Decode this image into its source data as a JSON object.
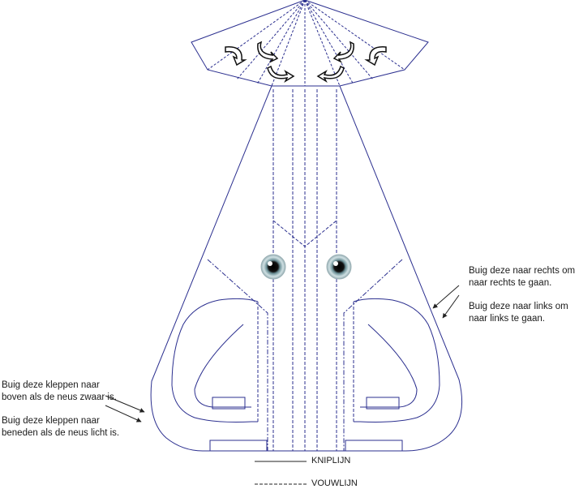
{
  "notes": {
    "right_1": [
      "Buig deze naar rechts om",
      "naar rechts te gaan."
    ],
    "right_2": [
      "Buig deze naar links om",
      "naar links te gaan."
    ],
    "left_1": [
      "Buig deze kleppen naar",
      "boven als de neus zwaar is."
    ],
    "left_2": [
      "Buig deze kleppen naar",
      "beneden als de neus licht is."
    ]
  },
  "legend": {
    "cut_label": "KNIPLIJN",
    "fold_label": "VOUWLIJN"
  },
  "colors": {
    "outline": "#2b2f8f",
    "text": "#1a1a1a"
  }
}
